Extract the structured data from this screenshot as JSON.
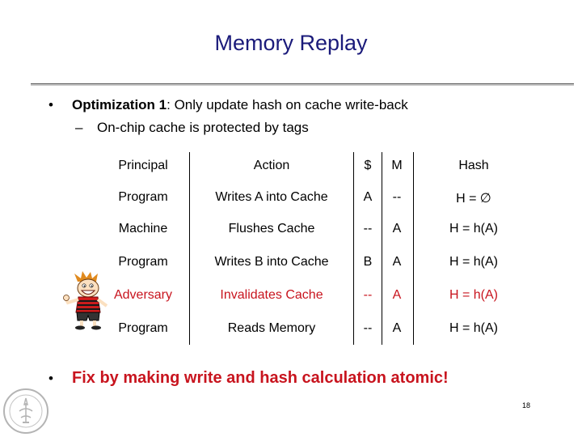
{
  "slide": {
    "title": "Memory Replay",
    "bullet_bold": "Optimization 1",
    "bullet_rest": ": Only update hash on cache write-back",
    "bullet_marker": "•",
    "sub_marker": "–",
    "sub_bullet": "On-chip cache is protected by tags",
    "final_marker": "•",
    "final_bullet": "Fix by making write and hash calculation atomic!",
    "page_number": "18"
  },
  "table": {
    "headers": [
      "Principal",
      "Action",
      "$",
      "M",
      "Hash"
    ],
    "rows": [
      [
        "Program",
        "Writes A into Cache",
        "A",
        "--",
        "H = ∅"
      ],
      [
        "Machine",
        "Flushes Cache",
        "--",
        "A",
        "H = h(A)"
      ],
      [
        "Program",
        "Writes B into Cache",
        "B",
        "A",
        "H = h(A)"
      ],
      [
        "Adversary",
        "Invalidates Cache",
        "--",
        "A",
        "H = h(A)"
      ],
      [
        "Program",
        "Reads Memory",
        "--",
        "A",
        "H = h(A)"
      ]
    ],
    "highlight_row": 3
  },
  "colors": {
    "title": "#1a1a7a",
    "highlight": "#c8141e"
  },
  "icons": [
    "adversary-cartoon-icon",
    "university-seal-icon"
  ]
}
